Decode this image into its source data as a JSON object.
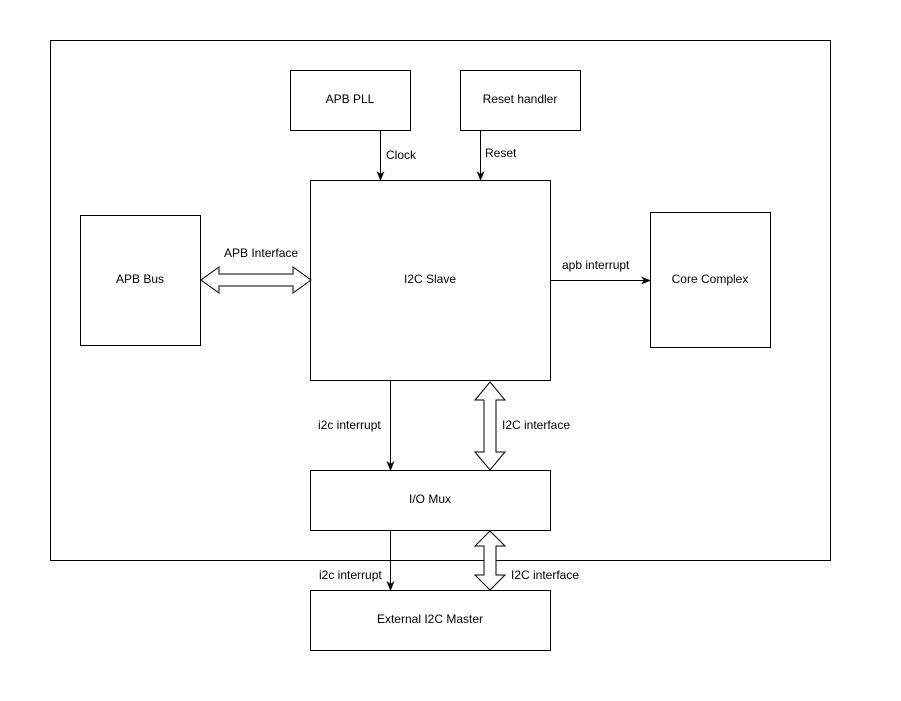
{
  "colors": {
    "stroke": "#000000",
    "fill": "#ffffff",
    "text": "#000000"
  },
  "blocks": {
    "apb_pll": "APB PLL",
    "reset_handler": "Reset handler",
    "apb_bus": "APB Bus",
    "i2c_slave": "I2C Slave",
    "core_complex": "Core Complex",
    "io_mux": "I/O Mux",
    "external_i2c_master": "External I2C Master"
  },
  "connections": {
    "clock": "Clock",
    "reset": "Reset",
    "apb_interface": "APB Interface",
    "apb_interrupt": "apb interrupt",
    "i2c_interrupt_inner": "i2c interrupt",
    "i2c_interface_inner": "I2C interface",
    "i2c_interrupt_outer": "i2c interrupt",
    "i2c_interface_outer": "I2C interface"
  }
}
